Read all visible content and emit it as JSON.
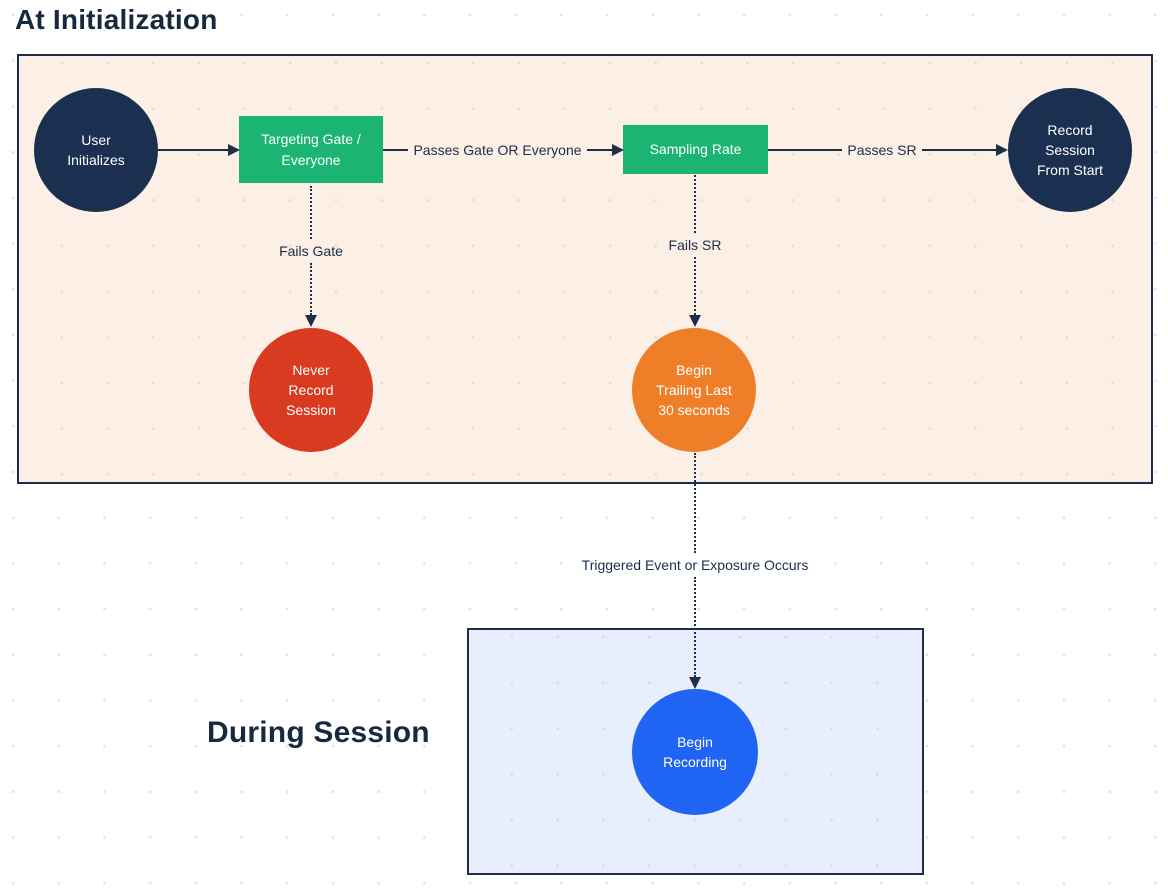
{
  "colors": {
    "navy": "#1b3050",
    "green": "#1cb473",
    "red": "#d93b20",
    "orange": "#ef7e28",
    "blue": "#1f64f2",
    "text": "#1b2e4a",
    "init_panel_bg": "#fcefe6",
    "during_panel_bg": "#e8eefb"
  },
  "initialization": {
    "title": "At Initialization",
    "nodes": {
      "user_initializes": "User\nInitializes",
      "targeting_gate": "Targeting Gate /\nEveryone",
      "sampling_rate": "Sampling Rate",
      "record_from_start": "Record\nSession\nFrom Start",
      "never_record": "Never\nRecord\nSession",
      "begin_trailing": "Begin\nTrailing Last\n30 seconds"
    },
    "edges": {
      "passes_gate": "Passes Gate OR Everyone",
      "passes_sr": "Passes SR",
      "fails_gate": "Fails Gate",
      "fails_sr": "Fails SR"
    }
  },
  "during_session": {
    "title": "During Session",
    "nodes": {
      "begin_recording": "Begin\nRecording"
    },
    "edges": {
      "triggered_event": "Triggered Event or Exposure Occurs"
    }
  }
}
